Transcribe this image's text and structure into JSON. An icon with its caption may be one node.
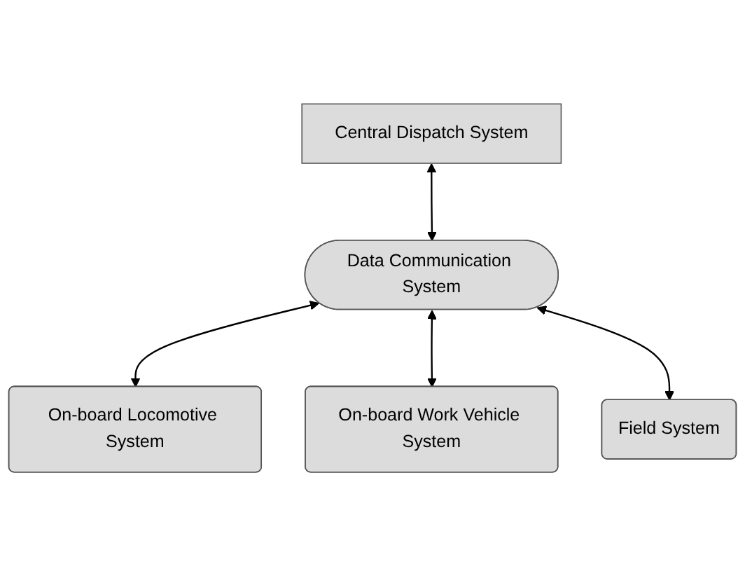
{
  "diagram": {
    "nodes": [
      {
        "text": [
          "Central Dispatch System"
        ]
      },
      {
        "text": [
          "Data Communication System"
        ]
      },
      {
        "text": [
          "On-board Locomotive System"
        ]
      },
      {
        "text": [
          "On-board Work Vehicle System"
        ]
      },
      {
        "text": [
          "Field System"
        ]
      }
    ],
    "edges": [
      {
        "from": 0,
        "to": 1,
        "arrow": "both"
      },
      {
        "from": 1,
        "to": 2,
        "arrow": "both"
      },
      {
        "from": 1,
        "to": 3,
        "arrow": "both"
      },
      {
        "from": 1,
        "to": 4,
        "arrow": "both"
      }
    ]
  }
}
